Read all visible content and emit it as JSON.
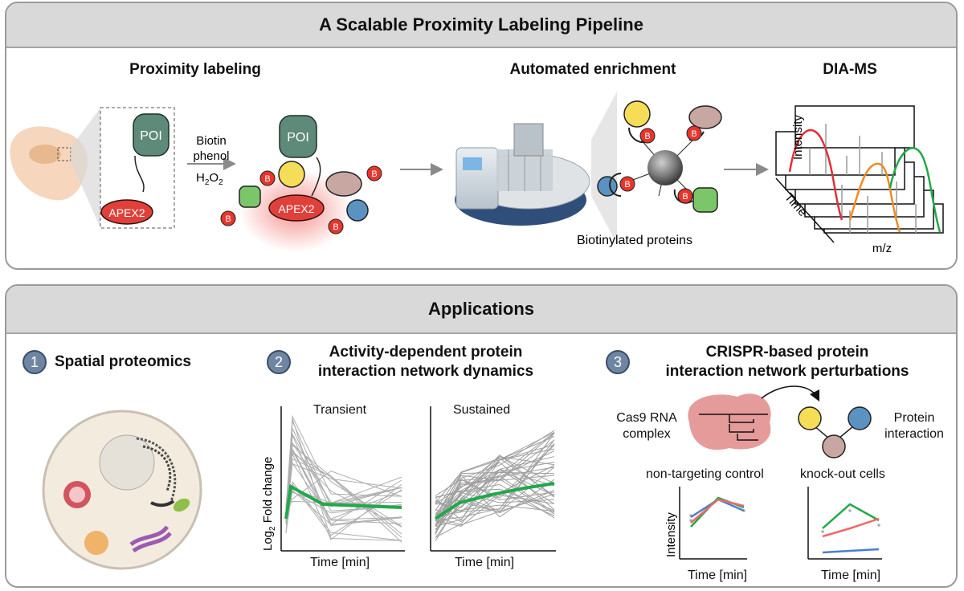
{
  "title": "A Scalable Proximity Labeling Pipeline",
  "pipeline": {
    "proximity_labeling": {
      "heading": "Proximity labeling",
      "poi": "POI",
      "apex2": "APEX2",
      "reagent_line1": "Biotin",
      "reagent_line2": "phenol",
      "reagent_h2o2": "H",
      "sub2": "2",
      "reagent_o": "O",
      "biotin_tag": "B"
    },
    "automated_enrichment": {
      "heading": "Automated enrichment",
      "caption": "Biotinylated proteins",
      "biotin_tag": "B"
    },
    "dia_ms": {
      "heading": "DIA-MS",
      "y_label": "Intensity",
      "time_label": "Time",
      "x_label": "m/z"
    }
  },
  "applications": {
    "heading": "Applications",
    "items": [
      {
        "number": "1",
        "title_line1": "Spatial proteomics",
        "title_line2": ""
      },
      {
        "number": "2",
        "title_line1": "Activity-dependent protein",
        "title_line2": "interaction network dynamics"
      },
      {
        "number": "3",
        "title_line1": "CRISPR-based protein",
        "title_line2": "interaction network perturbations"
      }
    ],
    "dynamics": {
      "y_label_log": "Log",
      "y_label_sub": "2",
      "y_label_rest": " Fold change",
      "panels": [
        {
          "label": "Transient",
          "x_label": "Time [min]"
        },
        {
          "label": "Sustained",
          "x_label": "Time [min]"
        }
      ]
    },
    "crispr": {
      "cas9_line1": "Cas9 RNA",
      "cas9_line2": "complex",
      "interaction_line1": "Protein",
      "interaction_line2": "interaction",
      "plots": [
        {
          "label": "non-targeting control",
          "y_label": "Intensity",
          "x_label": "Time [min]"
        },
        {
          "label": "knock-out cells",
          "x_label": "Time [min]"
        }
      ]
    }
  },
  "colors": {
    "header_bg": "#d9d9d9",
    "panel_border": "#9a9a9a",
    "apex2_red": "#e0403a",
    "poi_green": "#5d8a79",
    "biotin_red": "#e8352c",
    "yellow": "#f6dd58",
    "mauve": "#c8a7a2",
    "blue": "#5a93c2",
    "green": "#7cc66a",
    "trace_green": "#22a84a",
    "trace_red": "#e0303a",
    "trace_orange": "#f08a24",
    "number_badge": "#6f86a3"
  }
}
